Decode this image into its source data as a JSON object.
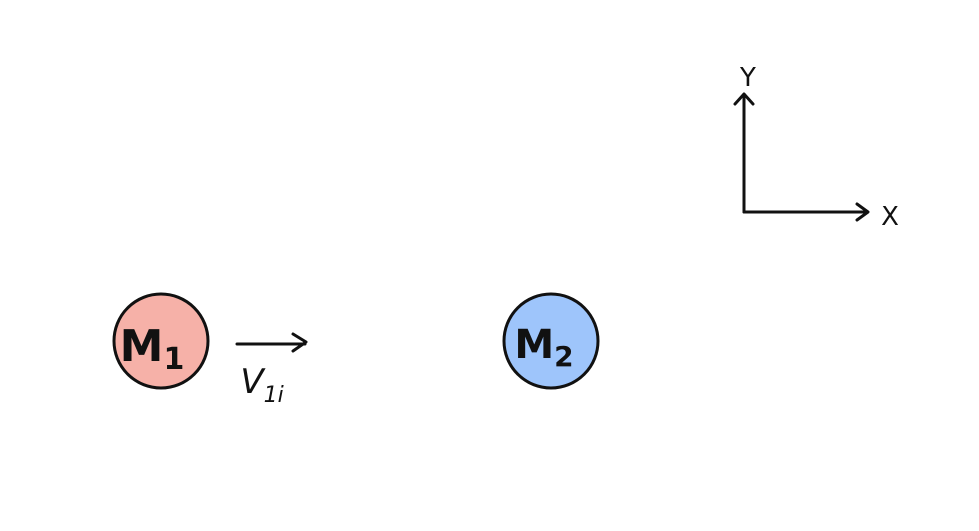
{
  "axes": {
    "x_label": "X",
    "y_label": "Y"
  },
  "bodies": [
    {
      "label_main": "M",
      "label_sub": "1",
      "fill_color": "#f6b1a8"
    },
    {
      "label_main": "M",
      "label_sub": "2",
      "fill_color": "#9ec5fb"
    }
  ],
  "velocity": {
    "label_main": "V",
    "label_sub": "1i"
  },
  "colors": {
    "ink": "#111111",
    "background": "#ffffff"
  }
}
